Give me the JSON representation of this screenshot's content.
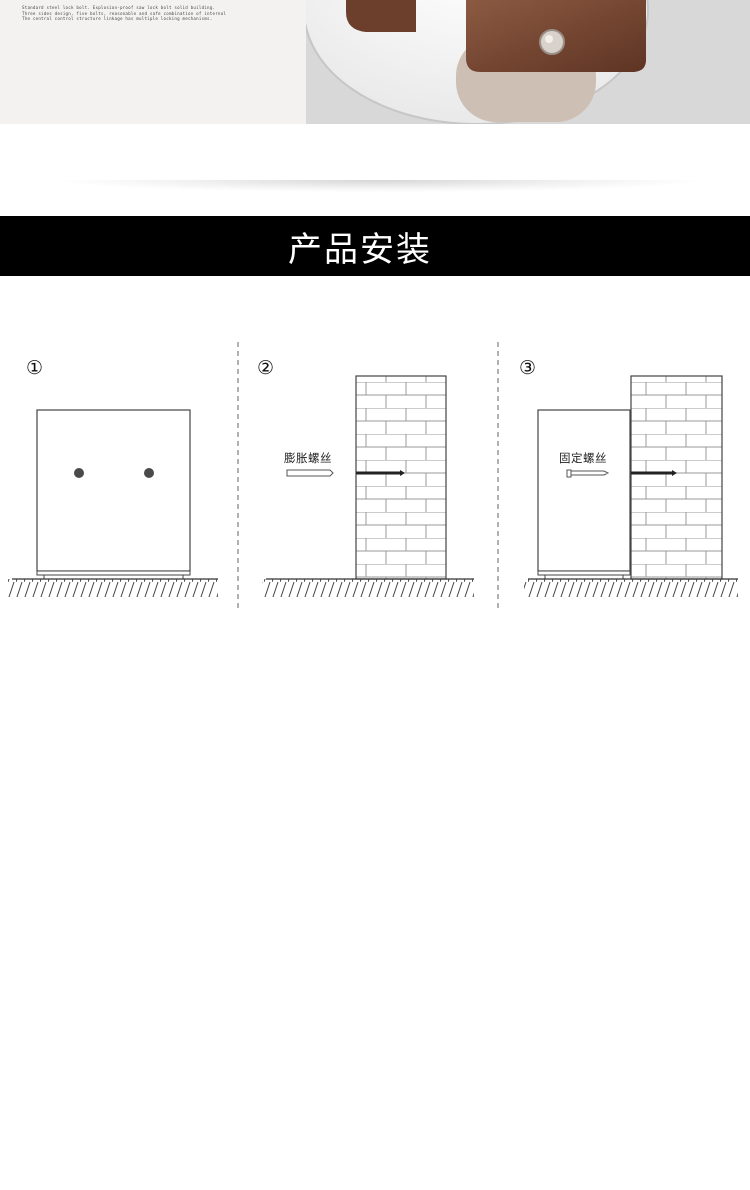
{
  "top_banner": {
    "caption": "Standard steel lock bolt. Explosion-proof saw lock bolt solid building.\nThree sides design, five bolts, reasonable and safe combination of internal\nThe central control structure linkage has multiple locking mechanisms."
  },
  "section": {
    "title": "产品安装"
  },
  "steps": [
    {
      "number": "①",
      "label": ""
    },
    {
      "number": "②",
      "label": "膨胀螺丝"
    },
    {
      "number": "③",
      "label": "固定螺丝"
    }
  ],
  "colors": {
    "title_bar": "#000000",
    "title_text": "#ffffff",
    "safe_body": "#8a4f35"
  }
}
